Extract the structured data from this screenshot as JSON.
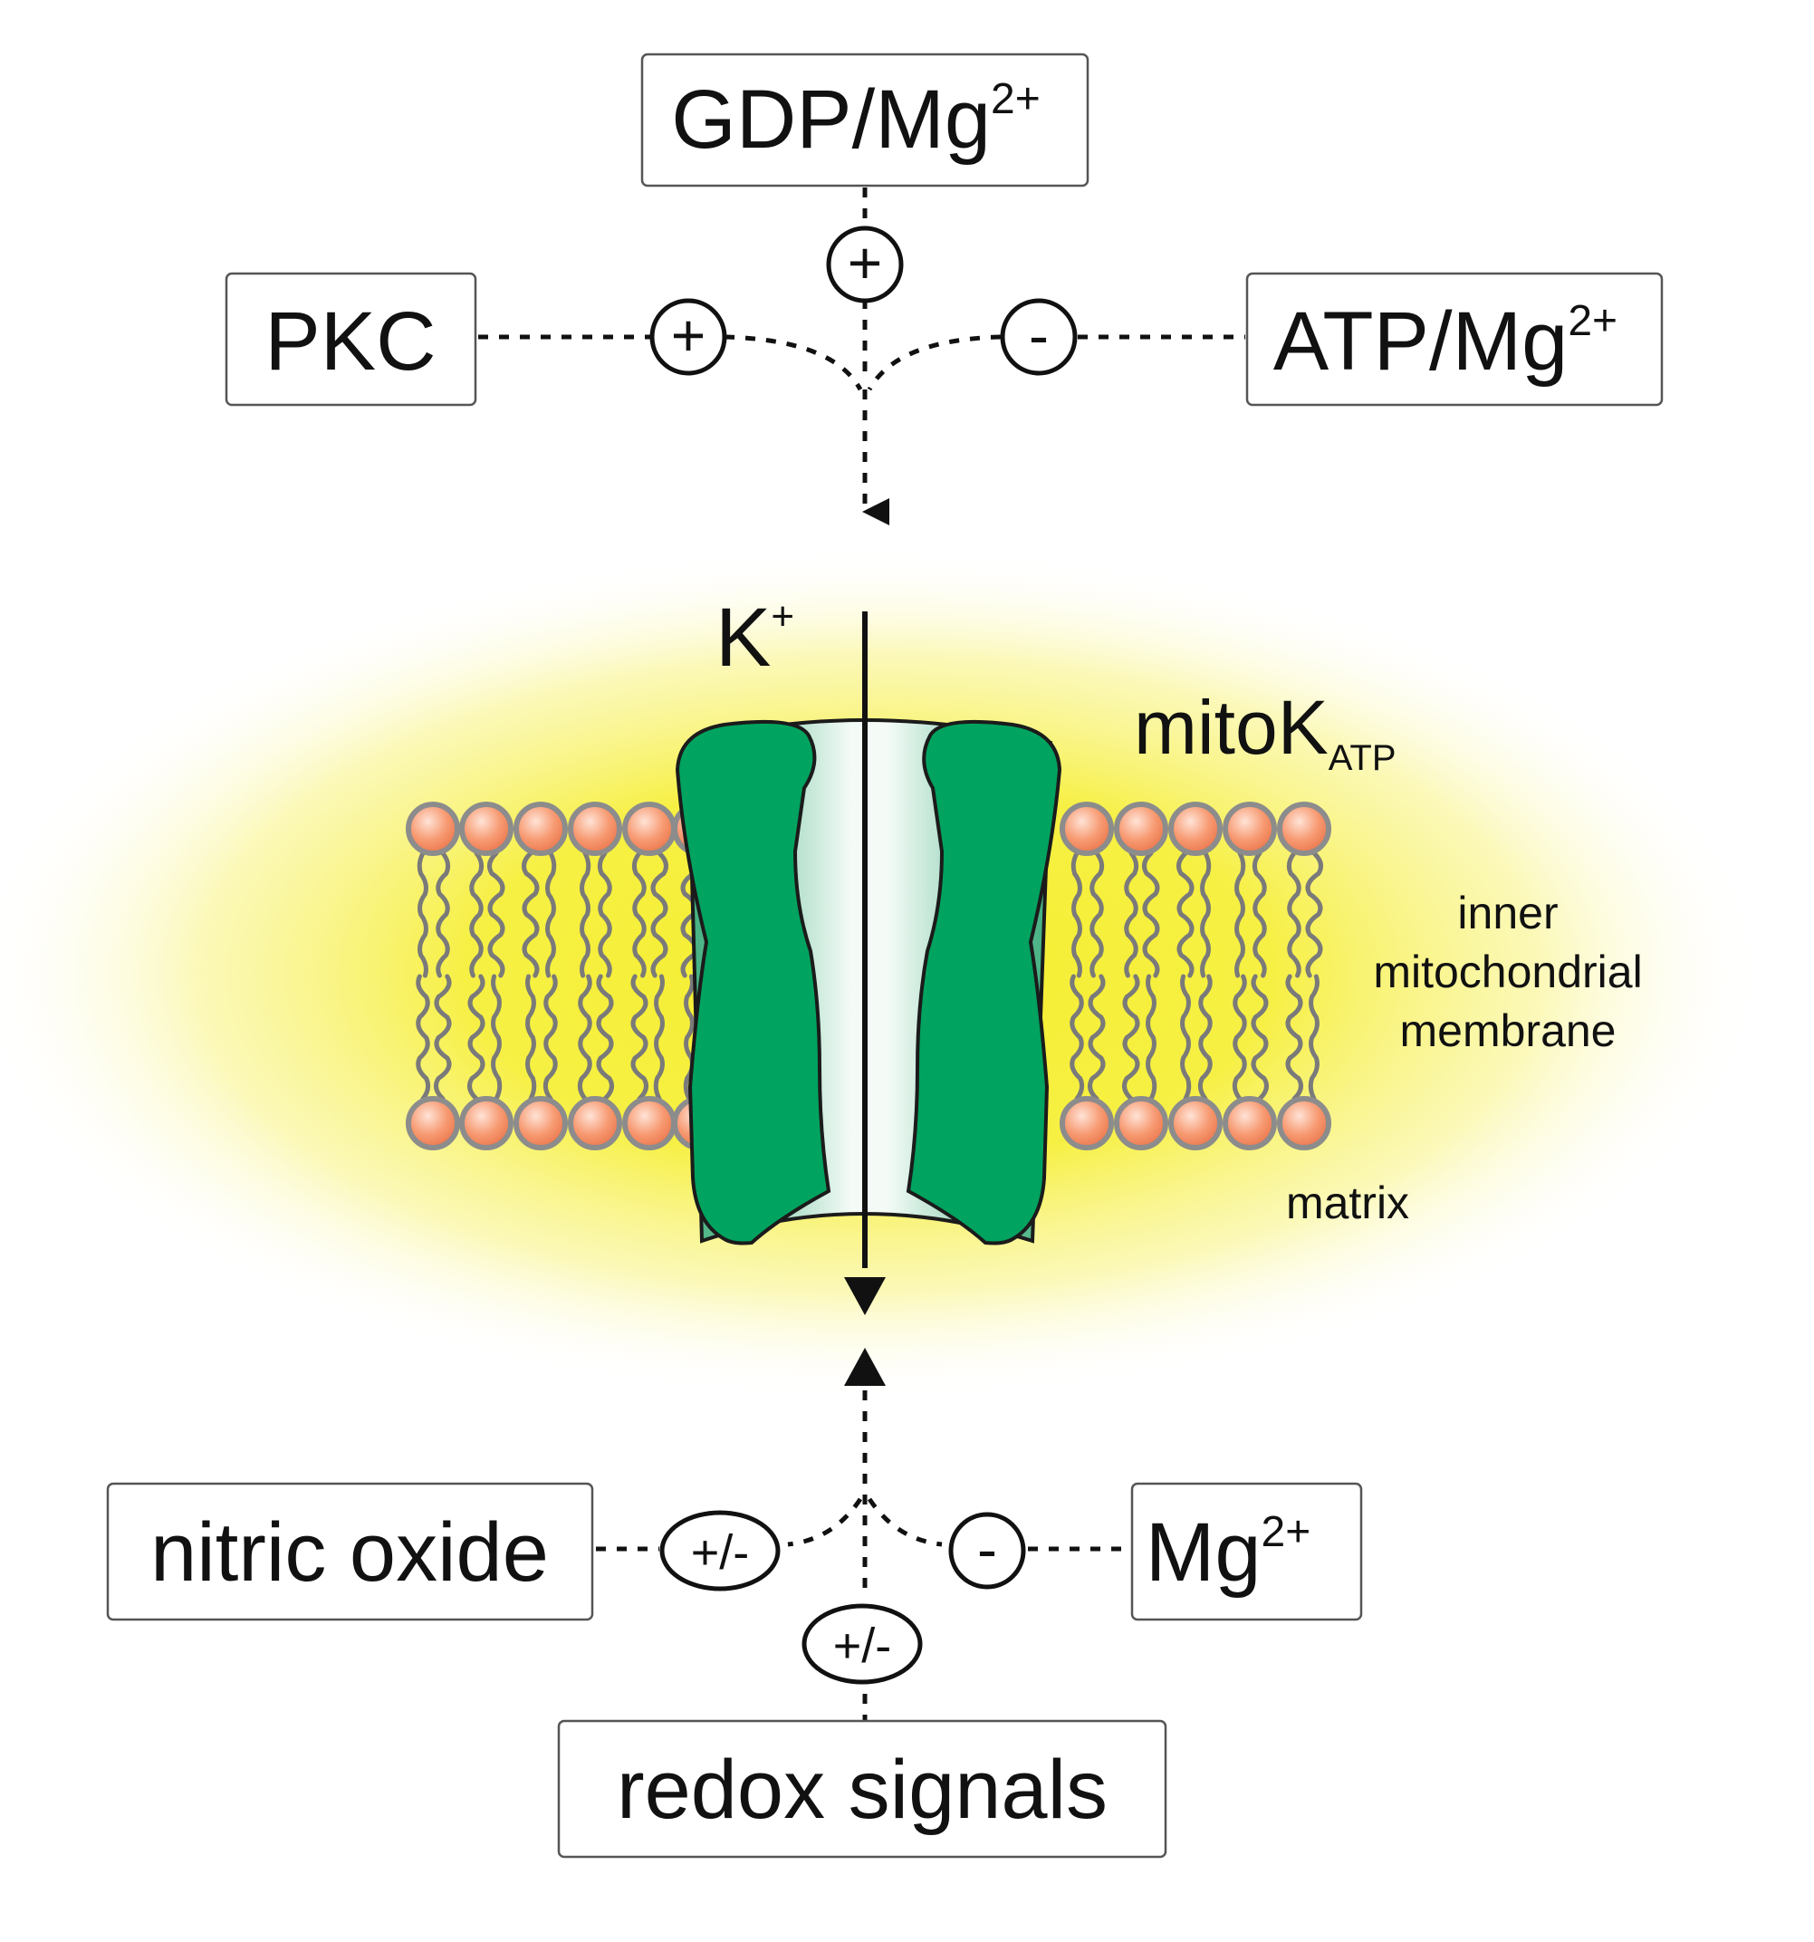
{
  "regulators": {
    "gdp_mg": {
      "base": "GDP/Mg",
      "sup": "2+"
    },
    "pkc": {
      "label": "PKC"
    },
    "atp_mg": {
      "base": "ATP/Mg",
      "sup": "2+"
    },
    "nitric_oxide": {
      "label": "nitric oxide"
    },
    "mg": {
      "base": "Mg",
      "sup": "2+"
    },
    "redox": {
      "label": "redox signals"
    }
  },
  "effects": {
    "gdp_mg": "+",
    "pkc": "+",
    "atp_mg": "-",
    "nitric_oxide": "+/-",
    "mg": "-",
    "redox": "+/-"
  },
  "channel": {
    "ion": {
      "base": "K",
      "sup": "+"
    },
    "name": {
      "base": "mitoK",
      "sub": "ATP"
    }
  },
  "labels": {
    "membrane_line1": "inner",
    "membrane_line2": "mitochondrial",
    "membrane_line3": "membrane",
    "matrix": "matrix"
  },
  "colors": {
    "glow": "#f5ee2e",
    "channel_green": "#00a35f",
    "lipid_head": "#f4906a",
    "lipid_tail": "#7a7a7a",
    "pore_light": "#f2faf6",
    "pore_dark": "#4cb385"
  }
}
